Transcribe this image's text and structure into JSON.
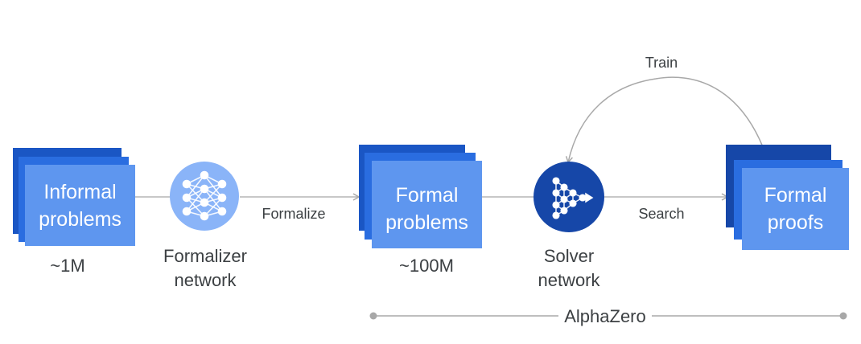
{
  "colors": {
    "background": "#ffffff",
    "card_back": "#1a56c4",
    "card_mid": "#2a6de0",
    "card_front": "#5e96ef",
    "formalizer_node": "#8ab4f8",
    "solver_node": "#1647a8",
    "line": "#b5b5b5",
    "text": "#3c4043"
  },
  "diagram": {
    "informal": {
      "line1": "Informal",
      "line2": "problems",
      "count": "~1M"
    },
    "formalizer": {
      "line1": "Formalizer",
      "line2": "network",
      "icon": "neural-network-icon"
    },
    "formalize_edge": "Formalize",
    "formal": {
      "line1": "Formal",
      "line2": "problems",
      "count": "~100M"
    },
    "solver": {
      "line1": "Solver",
      "line2": "network",
      "icon": "neural-network-play-icon"
    },
    "search_edge": "Search",
    "proofs": {
      "line1": "Formal",
      "line2": "proofs"
    },
    "train_edge": "Train",
    "alphazero": "AlphaZero"
  }
}
